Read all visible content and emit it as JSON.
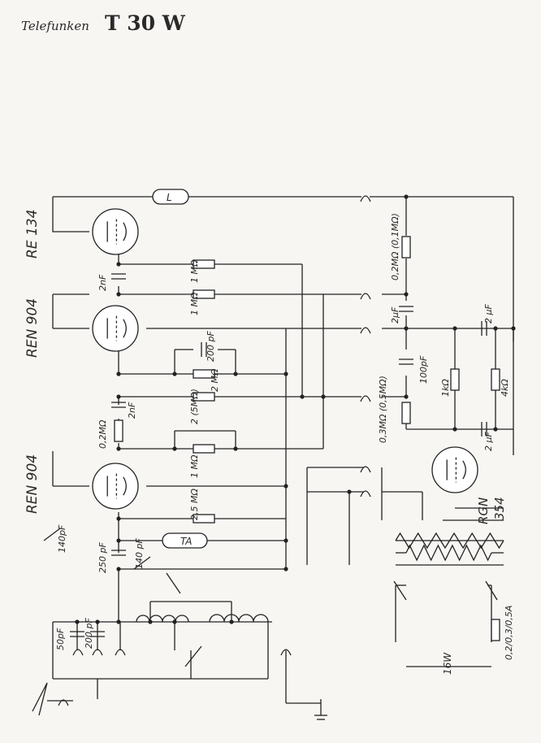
{
  "header": {
    "manufacturer": "Telefunken",
    "model": "T 30 W"
  },
  "tubes": {
    "t1": "RE 134",
    "t2": "REN 904",
    "t3": "REN 904",
    "rect1": "RGN",
    "rect2": "354"
  },
  "components": {
    "l": "L",
    "ta": "TA",
    "c_2nf_top": "2nF",
    "c_2nf_mid": "2nF",
    "r_1m_top": "1 MΩ",
    "r_1m_2": "1 MΩ",
    "c_200pf_g": "200 pF",
    "r_2m_a": "2 MΩ",
    "r_2m_b": "2 (5MΩ)",
    "r_02m_grid": "0,2MΩ",
    "r_1m_3": "1 MΩ",
    "r_25m": "2,5 MΩ",
    "c_250pf": "250 pF",
    "c_140pf_a": "140pF",
    "c_140pf_b": "140 pF",
    "c_50pf": "50pF",
    "c_200pf_in": "200 pF",
    "r_02m_anode": "0,2MΩ (0,1MΩ)",
    "c_2uf_a": "2µF",
    "c_100pf": "100pF",
    "r_03m": "0,3MΩ (0,5MΩ)",
    "c_2uf_b": "2 µF",
    "r_1k": "1kΩ",
    "r_4k": "4kΩ",
    "c_2uf_c": "2 µF",
    "power": "16W",
    "fuse": "0,2/0,3/0,5A"
  }
}
